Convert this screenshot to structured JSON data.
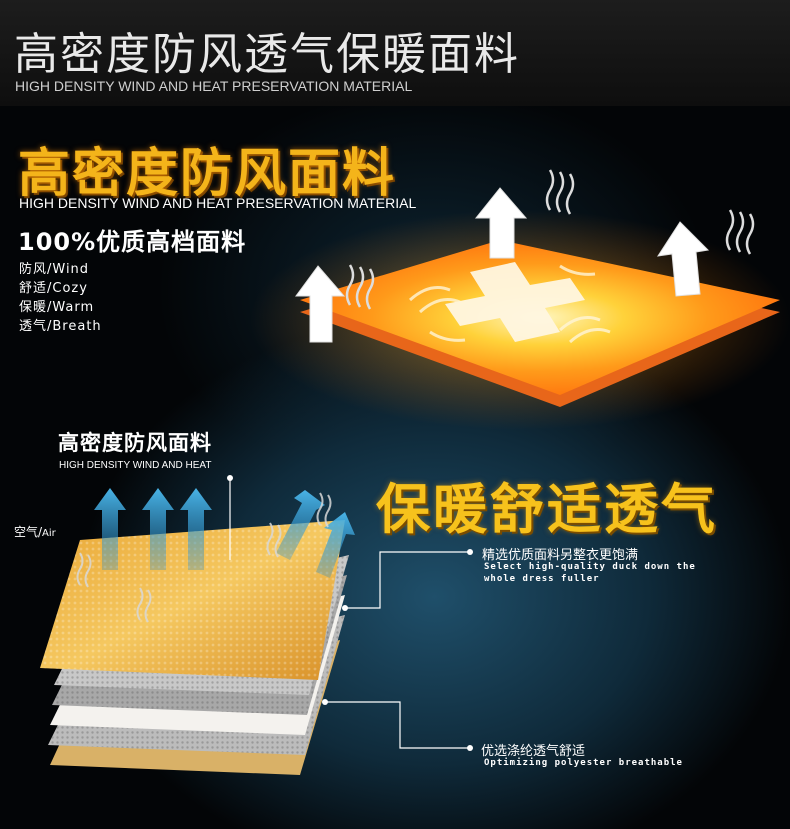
{
  "header": {
    "title_cn": "高密度防风透气保暖面料",
    "title_en": "HIGH DENSITY WIND AND HEAT PRESERVATION MATERIAL"
  },
  "section1": {
    "title": "高密度防风面料",
    "subtitle_en": "HIGH DENSITY WIND AND HEAT PRESERVATION MATERIAL",
    "tagline": "100%优质高档面料",
    "features": [
      "防风/Wind",
      "舒适/Cozy",
      "保暖/Warm",
      "透气/Breath"
    ]
  },
  "section2": {
    "title": "高密度防风面料",
    "subtitle_en": "HIGH DENSITY WIND AND HEAT",
    "air_cn": "空气/",
    "air_en": "Air",
    "headline": "保暖舒适透气",
    "note1_cn": "精选优质面料另整衣更饱满",
    "note1_en_line1": "Select high-quality duck down the",
    "note1_en_line2": "whole dress fuller",
    "note2_cn": "优选涤纶透气舒适",
    "note2_en": "Optimizing polyester breathable"
  },
  "colors": {
    "accent_orange": "#f4b41a",
    "pad_orange": "#f07a1a",
    "arrow_blue": "#3aa3d6"
  },
  "icons": [
    "up-arrow-icon",
    "heat-wave-icon",
    "cross-arrow-icon"
  ]
}
